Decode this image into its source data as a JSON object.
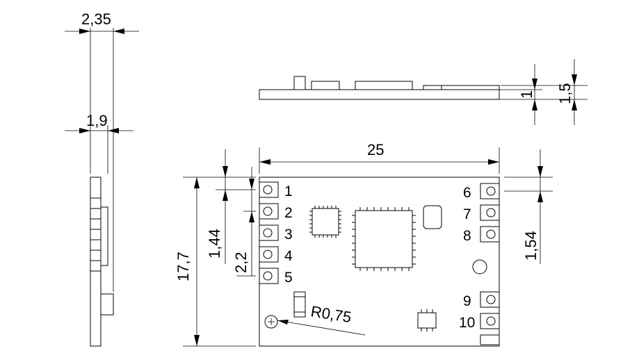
{
  "dimensions": {
    "side_thickness_total": "2,35",
    "side_thickness_board": "1,9",
    "length": "25",
    "height": "17,7",
    "pitch_left": "1,44",
    "offset_left": "2,2",
    "offset_right": "1,54",
    "component_height": "1",
    "total_height": "1,5",
    "radius": "R0,75"
  },
  "pins": {
    "left": [
      "1",
      "2",
      "3",
      "4",
      "5"
    ],
    "right": [
      "6",
      "7",
      "8",
      "9",
      "10"
    ]
  }
}
